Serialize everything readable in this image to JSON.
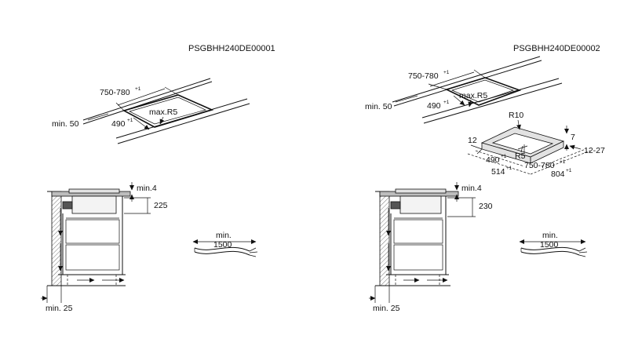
{
  "left": {
    "code": "PSGBHH240DE00001",
    "cutout": {
      "width": "750-780",
      "width_tol": "+1",
      "depth": "490",
      "depth_tol": "+1",
      "radius": "max.R5",
      "front_min": "min. 50"
    },
    "side": {
      "gap": "min.4",
      "height": "225",
      "wall_min": "min. 25"
    },
    "cable": {
      "label_line1": "min.",
      "label_line2": "1500"
    }
  },
  "right": {
    "code": "PSGBHH240DE00002",
    "cutout": {
      "width": "750-780",
      "width_tol": "+1",
      "depth": "490",
      "depth_tol": "+1",
      "radius": "max.R5",
      "front_min": "min. 50"
    },
    "frame": {
      "r10": "R10",
      "seven": "7",
      "twelve": "12",
      "r5": "R5",
      "depth": "490",
      "depth_tol": "+1",
      "width": "750-780",
      "width_tol": "+1",
      "edge": "12-27",
      "outer_depth": "514",
      "outer_depth_tol": "+1",
      "outer_width": "804",
      "outer_width_tol": "+1"
    },
    "side": {
      "gap": "min.4",
      "height": "230",
      "wall_min": "min. 25"
    },
    "cable": {
      "label_line1": "min.",
      "label_line2": "1500"
    }
  }
}
